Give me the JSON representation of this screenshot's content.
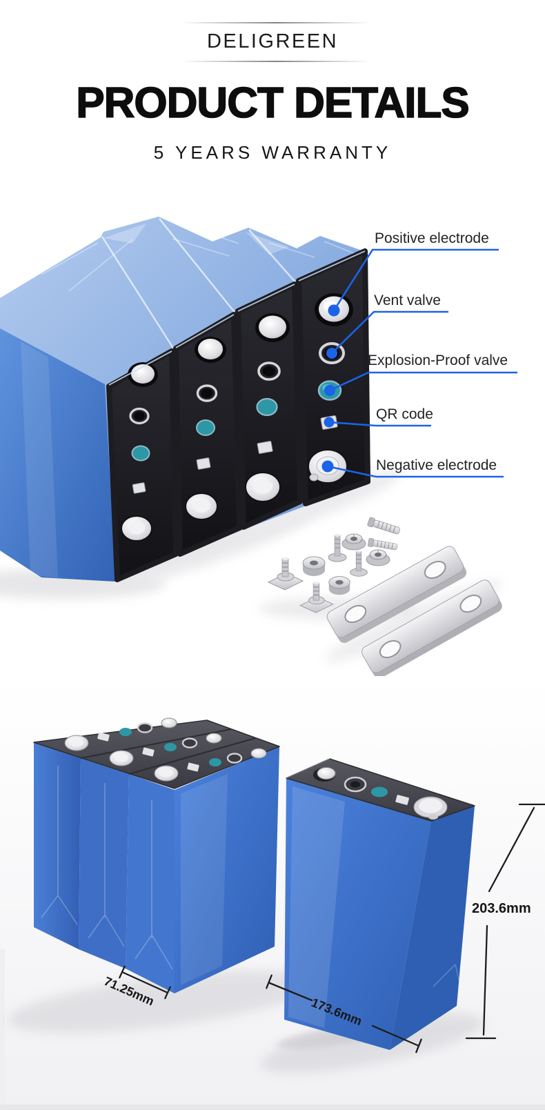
{
  "page": {
    "brand": "DELIGREEN",
    "title": "PRODUCT DETAILS",
    "subtitle": "5 YEARS WARRANTY"
  },
  "callouts": {
    "positive_electrode": "Positive electrode",
    "vent_valve": "Vent valve",
    "explosion_proof_valve": "Explosion-Proof valve",
    "qr_code": "QR code",
    "negative_electrode": "Negative electrode"
  },
  "dimensions": {
    "height": "203.6mm",
    "thickness": "71.25mm",
    "length": "173.6mm"
  },
  "colors": {
    "callout_blue": "#1b63e8",
    "battery_blue": "#3b74d2",
    "battery_face_black": "#1d1d22",
    "battery_top_gray": "#47474f",
    "valve_teal": "#2d97a6",
    "dimension_text": "#161616"
  }
}
